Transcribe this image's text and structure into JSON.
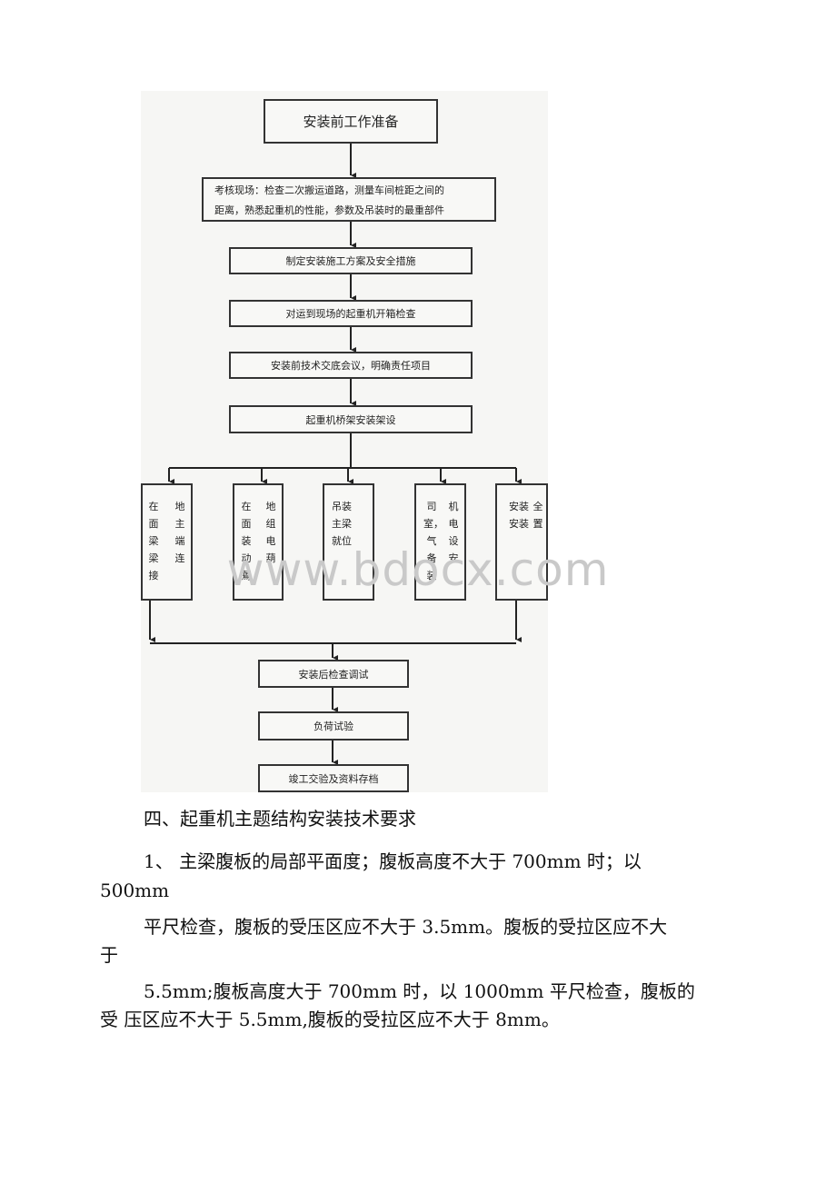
{
  "flowchart": {
    "start": "安装前工作准备",
    "inspect_site": [
      "考核现场：检查二次搬运道路，测量车间桩距之间的",
      "距离，熟悉起重机的性能，参数及吊装时的最重部件"
    ],
    "plan": "制定安装施工方案及安全措施",
    "unpack": "对运到现场的起重机开箱检查",
    "briefing": "安装前技术交底会议，明确责任项目",
    "bridge": "起重机桥架安装架设",
    "branches": [
      {
        "left": "在面梁梁接",
        "right": "地主端连"
      },
      {
        "left": "在面装动蔫",
        "right": "地组电葫"
      },
      {
        "center": "吊装主梁就位"
      },
      {
        "left": "司室，气备装",
        "right": "机电设安"
      },
      {
        "left": "安装安装",
        "right": "全置"
      }
    ],
    "post_check": "安装后检查调试",
    "load_test": "负荷试验",
    "archive": "竣工交验及资料存档"
  },
  "watermark": "www.bdocx.com",
  "text": {
    "heading": "四、起重机主题结构安装技术要求",
    "p1_line1": "1、 主梁腹板的局部平面度；腹板高度不大于 700mm 时；以",
    "p1_line2": "500mm",
    "p2_line1": "平尺检查，腹板的受压区应不大于 3.5mm。腹板的受拉区应不大",
    "p2_line2": "于",
    "p3_line1": "5.5mm;腹板高度大于 700mm 时，以 1000mm 平尺检查，腹板的",
    "p3_line2": "受 压区应不大于 5.5mm,腹板的受拉区应不大于 8mm。"
  }
}
